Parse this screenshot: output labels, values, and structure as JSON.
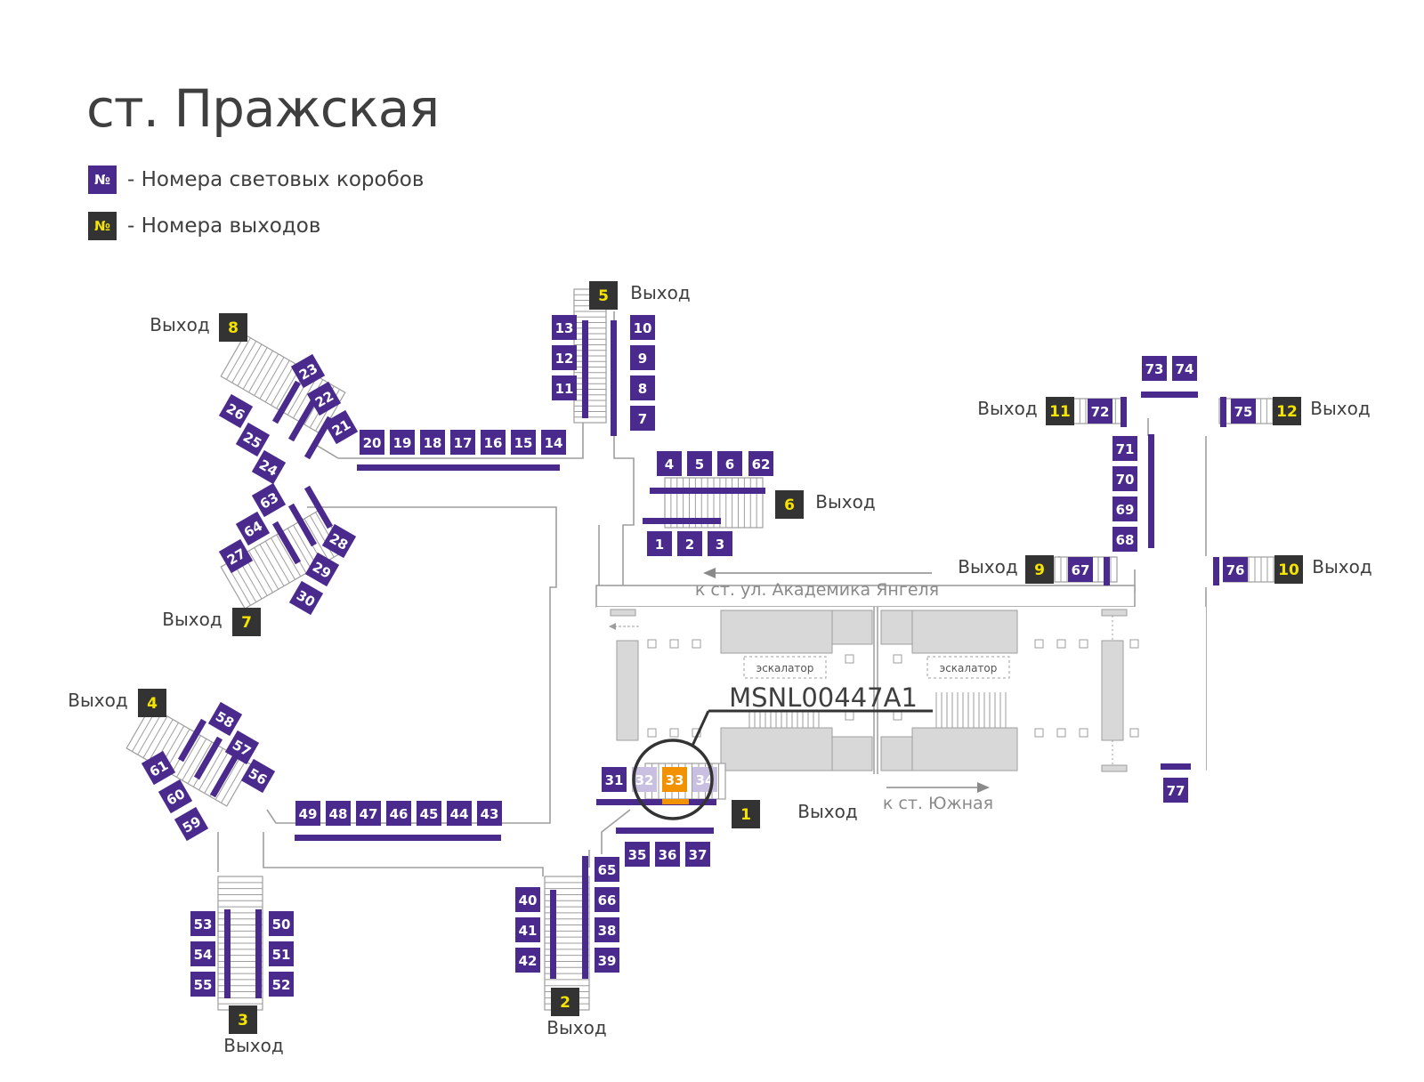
{
  "title": "ст. Пражская",
  "legend": {
    "box_symbol": "№",
    "box_text": "- Номера световых коробов",
    "exit_symbol": "№",
    "exit_text": "- Номера выходов"
  },
  "colors": {
    "box": "#4a2a8c",
    "box_highlight": "#f39200",
    "box_faded": "#c9bfe0",
    "exit_bg": "#333333",
    "exit_text": "#f5e400",
    "walls": "#9e9e9e",
    "platform_fill": "#d8d8d8",
    "text": "#3f3f3f"
  },
  "exit_word": "Выход",
  "exits": [
    "1",
    "2",
    "3",
    "4",
    "5",
    "6",
    "7",
    "8",
    "9",
    "10",
    "11",
    "12"
  ],
  "boxes": [
    "1",
    "2",
    "3",
    "4",
    "5",
    "6",
    "7",
    "8",
    "9",
    "10",
    "11",
    "12",
    "13",
    "14",
    "15",
    "16",
    "17",
    "18",
    "19",
    "20",
    "21",
    "22",
    "23",
    "24",
    "25",
    "26",
    "27",
    "28",
    "29",
    "30",
    "31",
    "32",
    "33",
    "34",
    "35",
    "36",
    "37",
    "38",
    "39",
    "40",
    "41",
    "42",
    "43",
    "44",
    "45",
    "46",
    "47",
    "48",
    "49",
    "50",
    "51",
    "52",
    "53",
    "54",
    "55",
    "56",
    "57",
    "58",
    "59",
    "60",
    "61",
    "62",
    "63",
    "64",
    "65",
    "66",
    "67",
    "68",
    "69",
    "70",
    "71",
    "72",
    "73",
    "74",
    "75",
    "76",
    "77"
  ],
  "highlighted_box": "33",
  "faded_boxes": [
    "32",
    "34"
  ],
  "escalator_label": "эскалатор",
  "panel_code": "MSNL00447A1",
  "direction_north": "к ст. ул. Академика Янгеля",
  "direction_south": "к ст. Южная"
}
